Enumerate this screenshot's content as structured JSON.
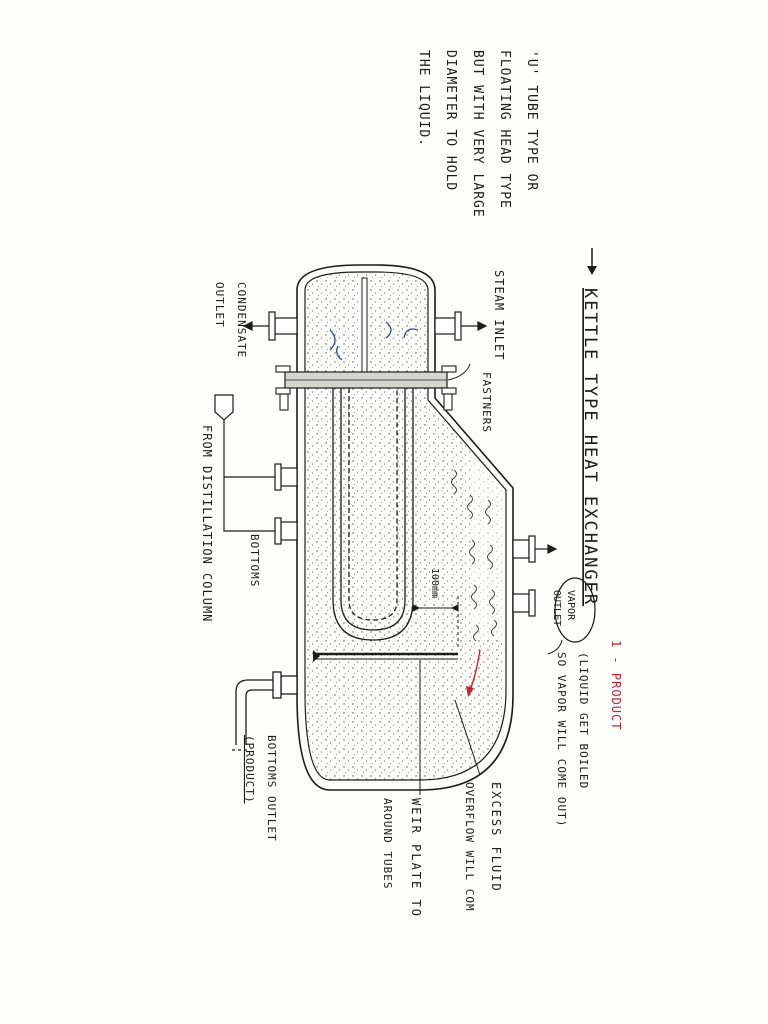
{
  "title": "KETTLE TYPE HEAT EXCHANGER",
  "side_note": [
    "'U' TUBE TYPE OR",
    "FLOATING HEAD TYPE",
    "BUT WITH VERY LARGE",
    "DIAMETER TO HOLD",
    "THE LIQUID."
  ],
  "labels": {
    "steam_inlet": "STEAM INLET",
    "fastners": "FASTNERS",
    "condensate_outlet": [
      "CONDENSATE",
      "OUTLET"
    ],
    "bottoms": "BOTTOMS",
    "from_column": "FROM DISTILLATION COLUMN",
    "dimension": "100mm",
    "vapor_outlet": [
      "VAPOR",
      "OUTLET"
    ],
    "boil_note": [
      "(LIQUID GET BOILED",
      "SO VAPOR WILL COME OUT)"
    ],
    "product_tag": "1 - PRODUCT",
    "excess_fluid": [
      "EXCESS FLUID",
      "OVERFLOW WILL COM"
    ],
    "weir_plate": [
      "WEIR PLATE TO",
      "AROUND TUBES"
    ],
    "bottoms_outlet": [
      "BOTTOMS OUTLET",
      "(PRODUCT)"
    ]
  },
  "colors": {
    "ink": "#1c1c1c",
    "annotation": "#c4252e",
    "flow_arrow": "#3a4a8a"
  }
}
